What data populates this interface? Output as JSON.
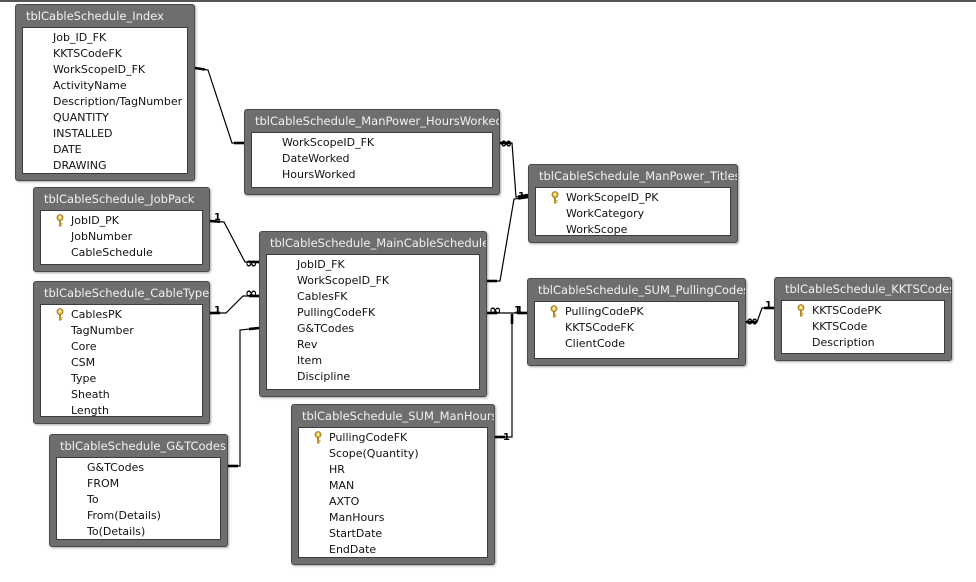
{
  "tables": [
    {
      "id": "t_index",
      "name": "tblCableSchedule_Index",
      "fields": [
        {
          "name": "Job_ID_FK"
        },
        {
          "name": "KKTSCodeFK"
        },
        {
          "name": "WorkScopeID_FK"
        },
        {
          "name": "ActivityName"
        },
        {
          "name": "Description/TagNumber"
        },
        {
          "name": "QUANTITY"
        },
        {
          "name": "INSTALLED"
        },
        {
          "name": "DATE"
        },
        {
          "name": "DRAWING"
        }
      ]
    },
    {
      "id": "t_hours",
      "name": "tblCableSchedule_ManPower_HoursWorked",
      "fields": [
        {
          "name": "WorkScopeID_FK"
        },
        {
          "name": "DateWorked"
        },
        {
          "name": "HoursWorked"
        }
      ]
    },
    {
      "id": "t_titles",
      "name": "tblCableSchedule_ManPower_Titles",
      "fields": [
        {
          "name": "WorkScopeID_PK",
          "key": true
        },
        {
          "name": "WorkCategory"
        },
        {
          "name": "WorkScope"
        }
      ]
    },
    {
      "id": "t_jobpack",
      "name": "tblCableSchedule_JobPack",
      "fields": [
        {
          "name": "JobID_PK",
          "key": true
        },
        {
          "name": "JobNumber"
        },
        {
          "name": "CableSchedule"
        }
      ]
    },
    {
      "id": "t_main",
      "name": "tblCableSchedule_MainCableSchedule",
      "fields": [
        {
          "name": "JobID_FK"
        },
        {
          "name": "WorkScopeID_FK"
        },
        {
          "name": "CablesFK"
        },
        {
          "name": "PullingCodeFK"
        },
        {
          "name": "G&TCodes"
        },
        {
          "name": "Rev"
        },
        {
          "name": "Item"
        },
        {
          "name": "Discipline"
        }
      ]
    },
    {
      "id": "t_cabletype",
      "name": "tblCableSchedule_CableType",
      "fields": [
        {
          "name": "CablesPK",
          "key": true
        },
        {
          "name": "TagNumber"
        },
        {
          "name": "Core"
        },
        {
          "name": "CSM"
        },
        {
          "name": "Type"
        },
        {
          "name": "Sheath"
        },
        {
          "name": "Length"
        }
      ]
    },
    {
      "id": "t_pulling",
      "name": "tblCableSchedule_SUM_PullingCodes",
      "fields": [
        {
          "name": "PullingCodePK",
          "key": true
        },
        {
          "name": "KKTSCodeFK"
        },
        {
          "name": "ClientCode"
        }
      ]
    },
    {
      "id": "t_kkts",
      "name": "tblCableSchedule_KKTSCodes",
      "fields": [
        {
          "name": "KKTSCodePK",
          "key": true
        },
        {
          "name": "KKTSCode"
        },
        {
          "name": "Description"
        }
      ]
    },
    {
      "id": "t_gt",
      "name": "tblCableSchedule_G&TCodes",
      "fields": [
        {
          "name": "G&TCodes"
        },
        {
          "name": "FROM"
        },
        {
          "name": "To"
        },
        {
          "name": "From(Details)"
        },
        {
          "name": "To(Details)"
        }
      ]
    },
    {
      "id": "t_manhours",
      "name": "tblCableSchedule_SUM_ManHours",
      "fields": [
        {
          "name": "PullingCodeFK",
          "key": true
        },
        {
          "name": "Scope(Quantity)"
        },
        {
          "name": "HR"
        },
        {
          "name": "MAN"
        },
        {
          "name": "AXTO"
        },
        {
          "name": "ManHours"
        },
        {
          "name": "StartDate"
        },
        {
          "name": "EndDate"
        }
      ]
    }
  ],
  "relationships": [
    {
      "id": "rel-index-hours",
      "from": "t_index",
      "to": "t_hours",
      "from_card": "",
      "to_card": ""
    },
    {
      "id": "rel-titles-hours",
      "from": "t_titles",
      "to": "t_hours",
      "from_card": "1",
      "to_card": "∞"
    },
    {
      "id": "rel-titles-main",
      "from": "t_titles",
      "to": "t_main",
      "from_card": "",
      "to_card": ""
    },
    {
      "id": "rel-jobpack-main",
      "from": "t_jobpack",
      "to": "t_main",
      "from_card": "1",
      "to_card": "∞"
    },
    {
      "id": "rel-cabletype-main",
      "from": "t_cabletype",
      "to": "t_main",
      "from_card": "1",
      "to_card": "∞"
    },
    {
      "id": "rel-gt-main",
      "from": "t_gt",
      "to": "t_main",
      "from_card": "",
      "to_card": ""
    },
    {
      "id": "rel-pulling-main",
      "from": "t_pulling",
      "to": "t_main",
      "from_card": "1",
      "to_card": "∞"
    },
    {
      "id": "rel-manhours-pulling",
      "from": "t_manhours",
      "to": "t_pulling",
      "from_card": "1",
      "to_card": "1"
    },
    {
      "id": "rel-kkts-pulling",
      "from": "t_kkts",
      "to": "t_pulling",
      "from_card": "1",
      "to_card": "∞"
    }
  ],
  "colors": {
    "header": "#6e6e6e",
    "line": "#000000"
  }
}
